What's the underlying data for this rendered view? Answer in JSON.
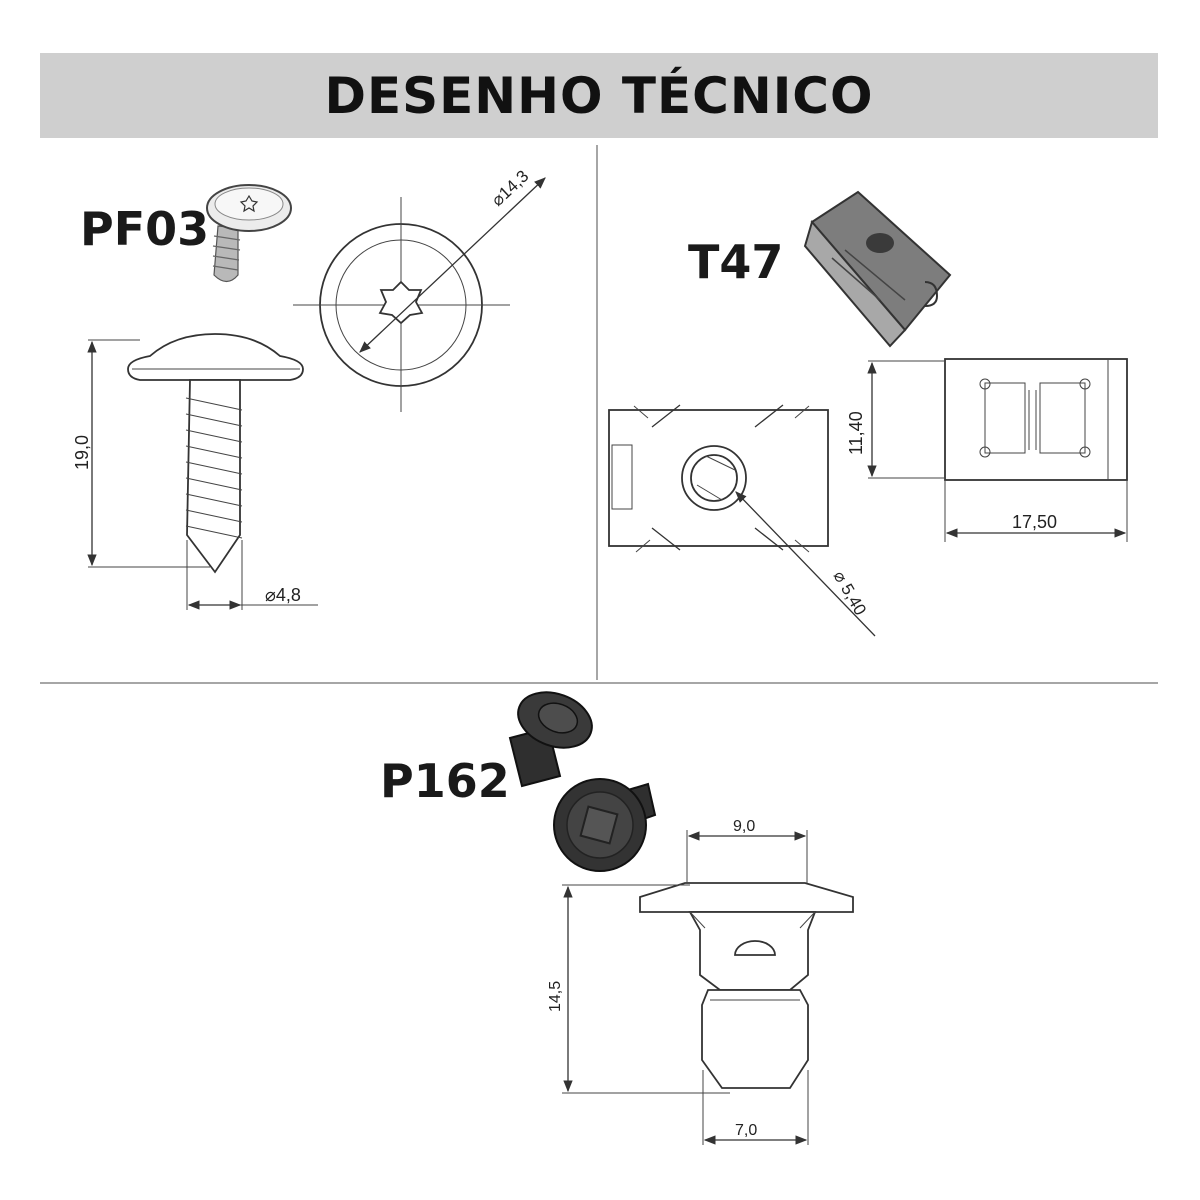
{
  "header": {
    "title": "DESENHO TÉCNICO"
  },
  "parts": {
    "pf03": {
      "code": "PF03",
      "dim_diameter_head": "⌀14,3",
      "dim_length": "19,0",
      "dim_diameter_thread": "⌀4,8"
    },
    "t47": {
      "code": "T47",
      "dim_height": "11,40",
      "dim_width": "17,50",
      "dim_hole": "⌀ 5,40"
    },
    "p162": {
      "code": "P162",
      "dim_top": "9,0",
      "dim_height": "14,5",
      "dim_bottom": "7,0"
    }
  },
  "colors": {
    "header_bg": "#cfcfcf",
    "line": "#333333",
    "dark_part": "#2a2a2a"
  }
}
